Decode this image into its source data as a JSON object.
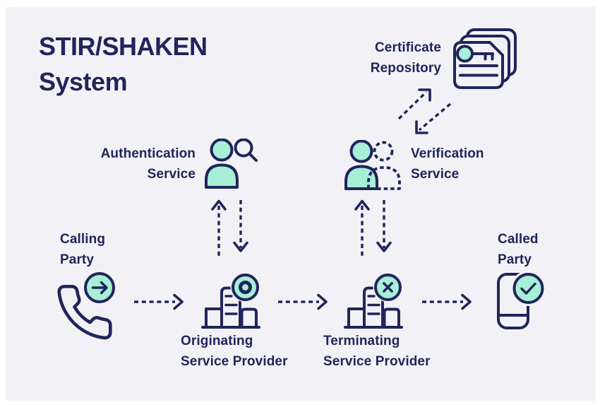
{
  "title": {
    "line1": "STIR/SHAKEN",
    "line2": "System"
  },
  "nodes": {
    "certificate_repository": {
      "line1": "Certificate",
      "line2": "Repository",
      "icon": "certificate-stack-icon"
    },
    "authentication_service": {
      "line1": "Authentication",
      "line2": "Service",
      "icon": "person-magnifier-icon"
    },
    "verification_service": {
      "line1": "Verification",
      "line2": "Service",
      "icon": "person-pair-icon"
    },
    "calling_party": {
      "line1": "Calling",
      "line2": "Party",
      "icon": "phone-handset-arrow-icon"
    },
    "originating_service_provider": {
      "line1": "Originating",
      "line2": "Service Provider",
      "icon": "building-record-badge-icon"
    },
    "terminating_service_provider": {
      "line1": "Terminating",
      "line2": "Service Provider",
      "icon": "building-x-badge-icon"
    },
    "called_party": {
      "line1": "Called",
      "line2": "Party",
      "icon": "smartphone-check-icon"
    }
  },
  "connections": [
    {
      "from": "calling_party",
      "to": "originating_service_provider",
      "style": "dashed-arrow-right"
    },
    {
      "from": "originating_service_provider",
      "to": "terminating_service_provider",
      "style": "dashed-arrow-right"
    },
    {
      "from": "terminating_service_provider",
      "to": "called_party",
      "style": "dashed-arrow-right"
    },
    {
      "from": "originating_service_provider",
      "to": "authentication_service",
      "style": "dashed-arrows-up-down"
    },
    {
      "from": "terminating_service_provider",
      "to": "verification_service",
      "style": "dashed-arrows-up-down"
    },
    {
      "from": "verification_service",
      "to": "certificate_repository",
      "style": "dashed-arrows-diagonal-both"
    }
  ],
  "colors": {
    "ink": "#20255b",
    "mint": "#a7efd7",
    "panel": "#f2f2f6",
    "frame": "#ffffff"
  }
}
